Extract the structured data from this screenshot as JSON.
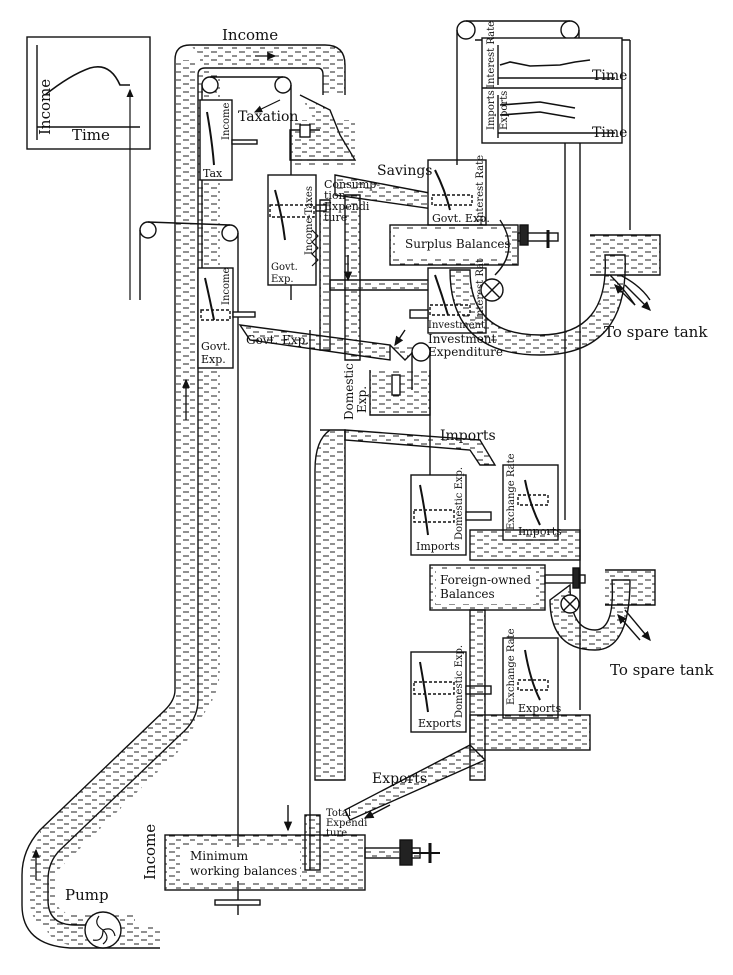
{
  "income_graph": {
    "ylabel": "Income",
    "xlabel": "Time"
  },
  "rates_graph": {
    "top_ylabel": "Interest Rate",
    "top_xlabel": "Time",
    "bottom_ylabel_1": "Imports",
    "bottom_ylabel_2": "Exports",
    "bottom_xlabel": "Time"
  },
  "flows": {
    "income": "Income",
    "taxation": "Taxation",
    "savings": "Savings",
    "govt_exp": "Govt. Exp.",
    "domestic_exp_1": "Domestic",
    "domestic_exp_2": "Exp.",
    "imports": "Imports",
    "exports": "Exports",
    "consumption_1": "Consump-",
    "consumption_2": "tion",
    "consumption_3": "Expendi",
    "consumption_4": "ture",
    "investment_1": "Investment",
    "investment_2": "Expenditure",
    "total_exp_1": "Total",
    "total_exp_2": "Expendi",
    "total_exp_3": "ture",
    "income_bottom": "Income"
  },
  "tanks": {
    "surplus": "Surplus Balances",
    "foreign_1": "Foreign-owned",
    "foreign_2": "Balances",
    "min_working_1": "Minimum",
    "min_working_2": "working balances",
    "spare_top": "To spare tank",
    "spare_bottom": "To spare tank",
    "pump": "Pump"
  },
  "valves": {
    "tax_side": "Income",
    "tax_bottom": "Tax",
    "govt_side": "Income",
    "govt_bottom_1": "Govt.",
    "govt_bottom_2": "Exp.",
    "cons_side": "Income-Taxes",
    "cons_bottom_1": "Govt.",
    "cons_bottom_2": "Exp.",
    "interest_side": "Interest Rate",
    "interest_bottom": "Govt. Exp.",
    "invest_side": "Interest Rate",
    "invest_bottom": "Investment",
    "imports_side": "Domestic Exp.",
    "imports_bottom": "Imports",
    "exch_imp_side": "Exchange Rate",
    "exch_imp_bottom": "Imports",
    "exports_side": "Domestic Exp.",
    "exports_bottom": "Exports",
    "exch_exp_side": "Exchange Rate",
    "exch_exp_bottom": "Exports"
  }
}
